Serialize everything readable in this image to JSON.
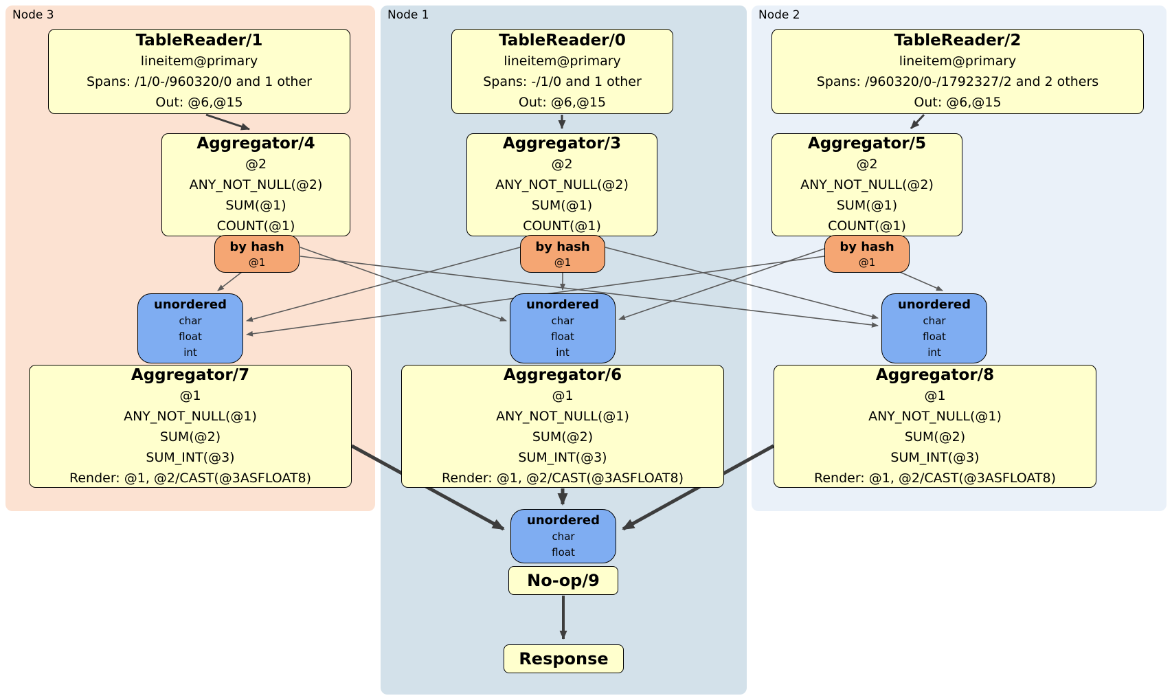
{
  "diagram": {
    "panels": [
      {
        "label": "Node 3"
      },
      {
        "label": "Node 1"
      },
      {
        "label": "Node 2"
      }
    ],
    "processors": {
      "tr1": {
        "title": "TableReader/1",
        "lines": [
          "lineitem@primary",
          "Spans: /1/0-/960320/0 and 1 other",
          "Out: @6,@15"
        ]
      },
      "tr0": {
        "title": "TableReader/0",
        "lines": [
          "lineitem@primary",
          "Spans: -/1/0 and 1 other",
          "Out: @6,@15"
        ]
      },
      "tr2": {
        "title": "TableReader/2",
        "lines": [
          "lineitem@primary",
          "Spans: /960320/0-/1792327/2 and 2 others",
          "Out: @6,@15"
        ]
      },
      "agg4": {
        "title": "Aggregator/4",
        "lines": [
          "@2",
          "ANY_NOT_NULL(@2)",
          "SUM(@1)",
          "COUNT(@1)"
        ]
      },
      "agg3": {
        "title": "Aggregator/3",
        "lines": [
          "@2",
          "ANY_NOT_NULL(@2)",
          "SUM(@1)",
          "COUNT(@1)"
        ]
      },
      "agg5": {
        "title": "Aggregator/5",
        "lines": [
          "@2",
          "ANY_NOT_NULL(@2)",
          "SUM(@1)",
          "COUNT(@1)"
        ]
      },
      "agg7": {
        "title": "Aggregator/7",
        "lines": [
          "@1",
          "ANY_NOT_NULL(@1)",
          "SUM(@2)",
          "SUM_INT(@3)",
          "Render: @1, @2/CAST(@3ASFLOAT8)"
        ]
      },
      "agg6": {
        "title": "Aggregator/6",
        "lines": [
          "@1",
          "ANY_NOT_NULL(@1)",
          "SUM(@2)",
          "SUM_INT(@3)",
          "Render: @1, @2/CAST(@3ASFLOAT8)"
        ]
      },
      "agg8": {
        "title": "Aggregator/8",
        "lines": [
          "@1",
          "ANY_NOT_NULL(@1)",
          "SUM(@2)",
          "SUM_INT(@3)",
          "Render: @1, @2/CAST(@3ASFLOAT8)"
        ]
      },
      "noop9": {
        "title": "No-op/9"
      },
      "response": {
        "title": "Response"
      }
    },
    "routers": {
      "hash4": {
        "title": "by hash",
        "detail": "@1"
      },
      "hash3": {
        "title": "by hash",
        "detail": "@1"
      },
      "hash5": {
        "title": "by hash",
        "detail": "@1"
      }
    },
    "syncs": {
      "sync7": {
        "title": "unordered",
        "lines": [
          "char",
          "float",
          "int"
        ]
      },
      "sync6": {
        "title": "unordered",
        "lines": [
          "char",
          "float",
          "int"
        ]
      },
      "sync8": {
        "title": "unordered",
        "lines": [
          "char",
          "float",
          "int"
        ]
      },
      "sync9": {
        "title": "unordered",
        "lines": [
          "char",
          "float"
        ]
      }
    },
    "colors": {
      "node3_bg": "#fce2d2",
      "node1_bg": "#d3e1ea",
      "node2_bg": "#eaf1f9",
      "processor_bg": "#ffffcd",
      "router_bg": "#f5a673",
      "sync_bg": "#7fadf2",
      "edge_thin": "#5a5a5a",
      "edge_thick": "#3d3d3d"
    }
  }
}
